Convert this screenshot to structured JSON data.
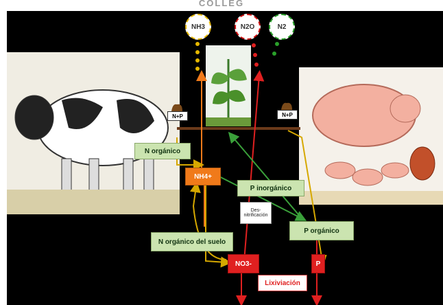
{
  "header": {
    "partial_title": "COLLEG"
  },
  "gases": {
    "nh3": "NH3",
    "n2o": "N2O",
    "n2": "N2"
  },
  "manure": {
    "left": "N+P",
    "right": "N+P"
  },
  "labels": {
    "n_organico": "N orgánico",
    "nh4": "NH4+",
    "p_inorganico": "P inorgánico",
    "desnitrificacion": "Des-nitrificación",
    "p_organico": "P orgánico",
    "n_organico_suelo": "N orgánico del suelo",
    "no3": "NO3-",
    "p": "P",
    "lixiviacion": "Lixiviación"
  },
  "colors": {
    "ammonia": "#e6b800",
    "nitrous": "#d01010",
    "nitrogen": "#2aa02a",
    "arrow_yellow": "#d6a800",
    "arrow_red": "#e02020",
    "arrow_green": "#3aa03a",
    "soil_line": "#6b3a1a"
  },
  "images": {
    "left_animal": "cow-illustration",
    "center": "plant-illustration",
    "right_animal": "pig-and-chicken-illustration"
  }
}
